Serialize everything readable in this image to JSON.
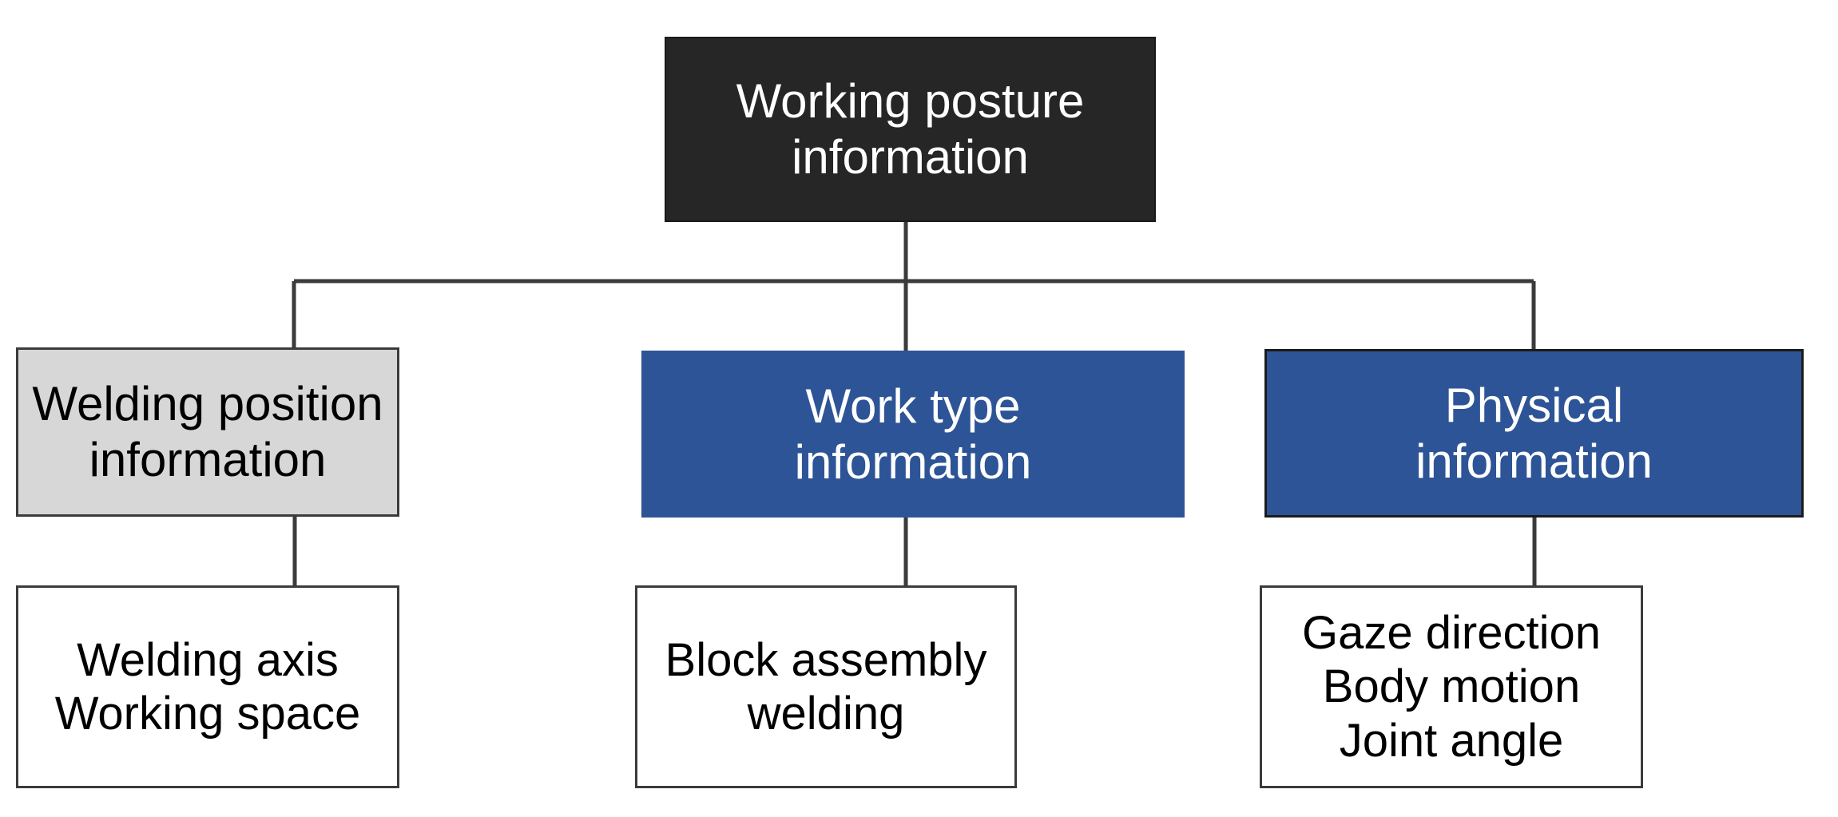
{
  "diagram": {
    "type": "hierarchy-tree",
    "title": "Working posture information",
    "colors": {
      "root_fill": "#262626",
      "root_text": "#ffffff",
      "grey_fill": "#d7d7d7",
      "blue_fill": "#2d5496",
      "blue_text": "#ffffff",
      "leaf_fill": "#ffffff",
      "border": "#3b3b3b",
      "connector": "#3b3b3b",
      "background": "#ffffff"
    },
    "root": {
      "label": "Working posture\ninformation"
    },
    "branches": [
      {
        "key": "welding_position",
        "label": "Welding position\ninformation",
        "style": "grey",
        "leaf": {
          "label": "Welding axis\nWorking space",
          "items": [
            "Welding axis",
            "Working space"
          ]
        }
      },
      {
        "key": "work_type",
        "label": "Work type\ninformation",
        "style": "blue",
        "leaf": {
          "label": "Block assembly\nwelding",
          "items": [
            "Block assembly",
            "welding"
          ]
        }
      },
      {
        "key": "physical",
        "label": "Physical\ninformation",
        "style": "blue",
        "leaf": {
          "label": "Gaze direction\nBody motion\nJoint angle",
          "items": [
            "Gaze direction",
            "Body motion",
            "Joint angle"
          ]
        }
      }
    ]
  }
}
